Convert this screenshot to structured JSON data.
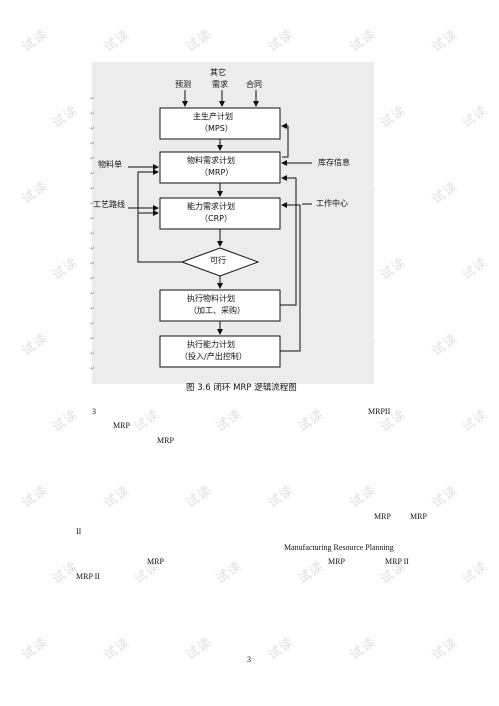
{
  "watermark": "试读",
  "figure": {
    "inputs_top": {
      "others": "其它",
      "forecast": "预测",
      "demand": "需求",
      "contract": "合同"
    },
    "box1": {
      "line1": "主生产计划",
      "line2": "（MPS）"
    },
    "box2": {
      "line1": "物料需求计划",
      "line2": "（MRP）"
    },
    "box3": {
      "line1": "能力需求计划",
      "line2": "（CRP）"
    },
    "decision": "可行",
    "box4": {
      "line1": "执行物料计划",
      "line2": "（加工、采购）"
    },
    "box5": {
      "line1": "执行能力计划",
      "line2": "（投入/产出控制）"
    },
    "left_bom": "物料单",
    "left_routing": "工艺路线",
    "right_inventory": "库存信息",
    "right_workcenter": "工作中心",
    "caption": "图 3.6   闭环 MRP 逻辑流程图",
    "para_mark": "↵"
  },
  "body": {
    "l1a": "3",
    "l1b": "MRPII",
    "l2": "MRP",
    "l3": "MRP",
    "l4a": "MRP",
    "l4b": "MRP",
    "l5": "II",
    "l6": "Manufacturing Resource Planning",
    "l7a": "MRP",
    "l7b": "MRP",
    "l7c": "MRP  II",
    "l8": "MRP  II",
    "page_number": "3"
  }
}
